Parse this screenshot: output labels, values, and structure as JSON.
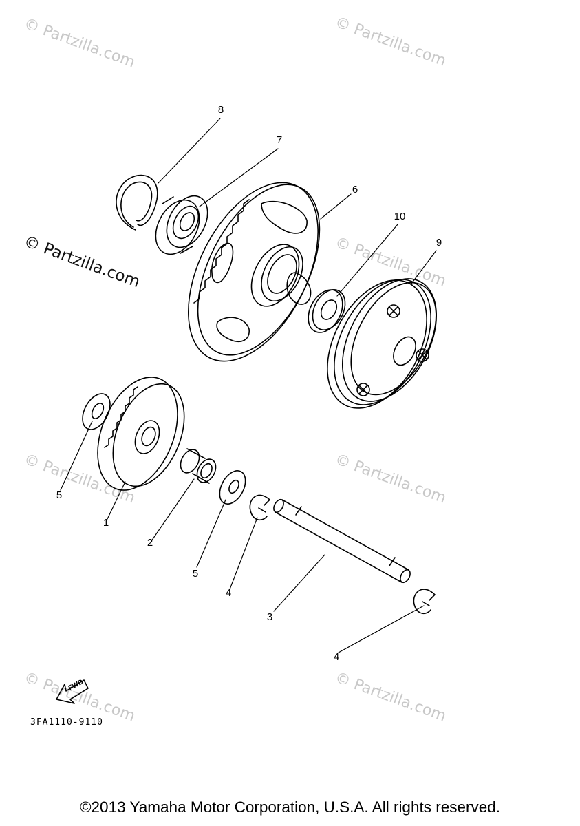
{
  "watermark": {
    "text": "© Partzilla.com"
  },
  "callouts": {
    "p1": "1",
    "p2": "2",
    "p3": "3",
    "p4a": "4",
    "p4b": "4",
    "p5a": "5",
    "p5b": "5",
    "p6": "6",
    "p7": "7",
    "p8": "8",
    "p9": "9",
    "p10": "10"
  },
  "fwd_label": "FWD",
  "diagram_code": "3FA1110-9110",
  "copyright": "©2013 Yamaha Motor Corporation, U.S.A. All rights reserved.",
  "colors": {
    "line": "#000000",
    "watermark": "#c8c8c8",
    "background": "#ffffff"
  }
}
